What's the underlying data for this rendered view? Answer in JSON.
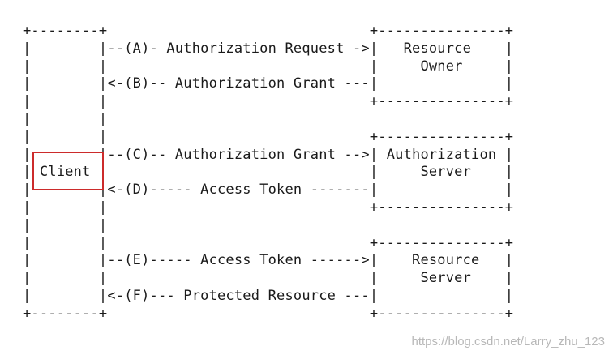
{
  "diagram": {
    "lines": [
      "+--------+                               +---------------+",
      "|        |--(A)- Authorization Request ->|   Resource    |",
      "|        |                               |     Owner     |",
      "|        |<-(B)-- Authorization Grant ---|               |",
      "|        |                               +---------------+",
      "|        |",
      "|        |                               +---------------+",
      "|        |--(C)-- Authorization Grant -->| Authorization |",
      "| Client |                               |     Server    |",
      "|        |<-(D)----- Access Token -------|               |",
      "|        |                               +---------------+",
      "|        |",
      "|        |                               +---------------+",
      "|        |--(E)----- Access Token ------>|    Resource   |",
      "|        |                               |     Server    |",
      "|        |<-(F)--- Protected Resource ---|               |",
      "+--------+                               +---------------+"
    ],
    "highlight_color": "#cc2b2b"
  },
  "watermark": {
    "text": "https://blog.csdn.net/Larry_zhu_123"
  }
}
